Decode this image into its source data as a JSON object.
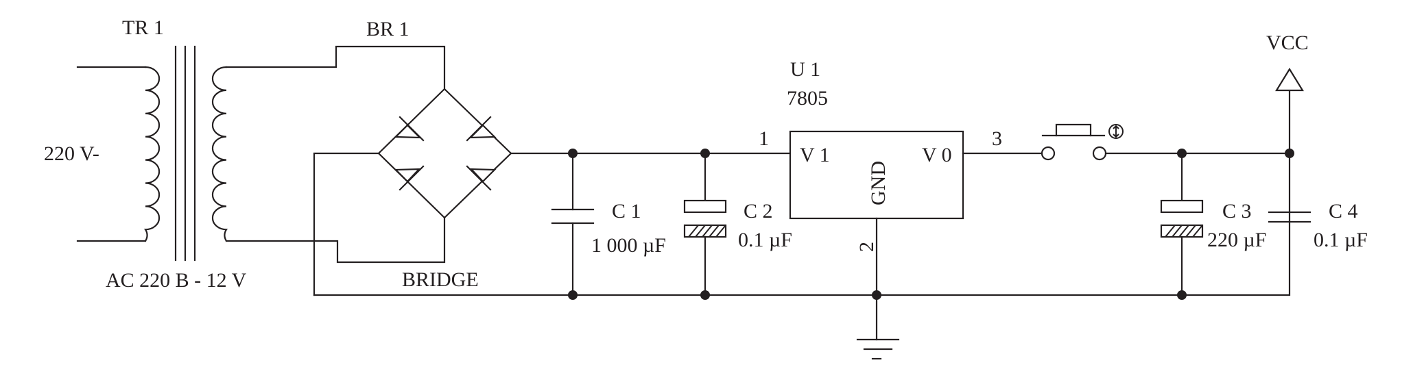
{
  "labels": {
    "tr1": "TR 1",
    "br1": "BR 1",
    "input_voltage": "220 V-",
    "transformer_rating": "AC 220 B - 12 V",
    "bridge": "BRIDGE",
    "u1": "U 1",
    "u1_part": "7805",
    "pin1": "1",
    "pin2": "2",
    "pin3": "3",
    "vin": "V 1",
    "vout": "V 0",
    "gnd": "GND",
    "c1": "C 1",
    "c1_value": "1 000 µF",
    "c2": "C 2",
    "c2_value": "0.1 µF",
    "c3": "C 3",
    "c3_value": "220 µF",
    "c4": "C 4",
    "c4_value": "0.1 µF",
    "vcc": "VCC"
  },
  "icons": {
    "switch_symbol": "push-button-switch",
    "ground_symbol": "ground",
    "vcc_symbol": "vcc-arrow"
  }
}
